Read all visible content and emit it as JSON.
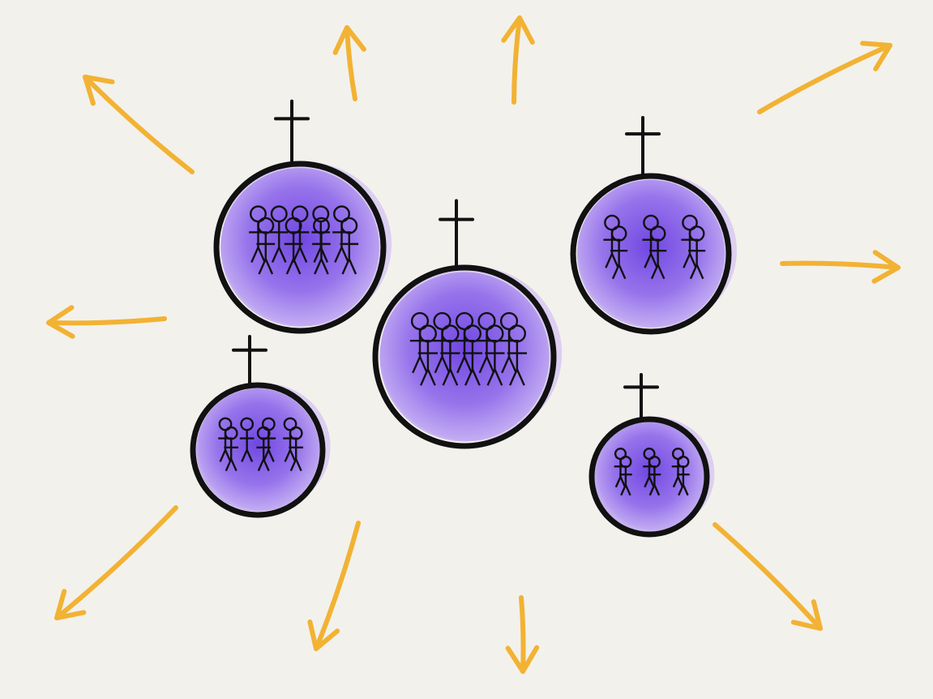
{
  "colors": {
    "paper": "#f3f1ec",
    "ink": "#111111",
    "arrow": "#f2b233",
    "wash": "#7b4fe0",
    "wash_light": "#c9b3f5"
  },
  "churches": [
    {
      "id": "church-top-left",
      "people": 9
    },
    {
      "id": "church-center",
      "people": 10
    },
    {
      "id": "church-top-right",
      "people": 6
    },
    {
      "id": "church-bottom-left",
      "people": 7
    },
    {
      "id": "church-bottom-right",
      "people": 6
    }
  ],
  "arrows": [
    {
      "id": "arrow-up-left"
    },
    {
      "id": "arrow-up-small"
    },
    {
      "id": "arrow-up-center"
    },
    {
      "id": "arrow-up-right"
    },
    {
      "id": "arrow-right"
    },
    {
      "id": "arrow-left"
    },
    {
      "id": "arrow-down-left"
    },
    {
      "id": "arrow-down-center-left"
    },
    {
      "id": "arrow-down-center"
    },
    {
      "id": "arrow-down-right"
    }
  ]
}
